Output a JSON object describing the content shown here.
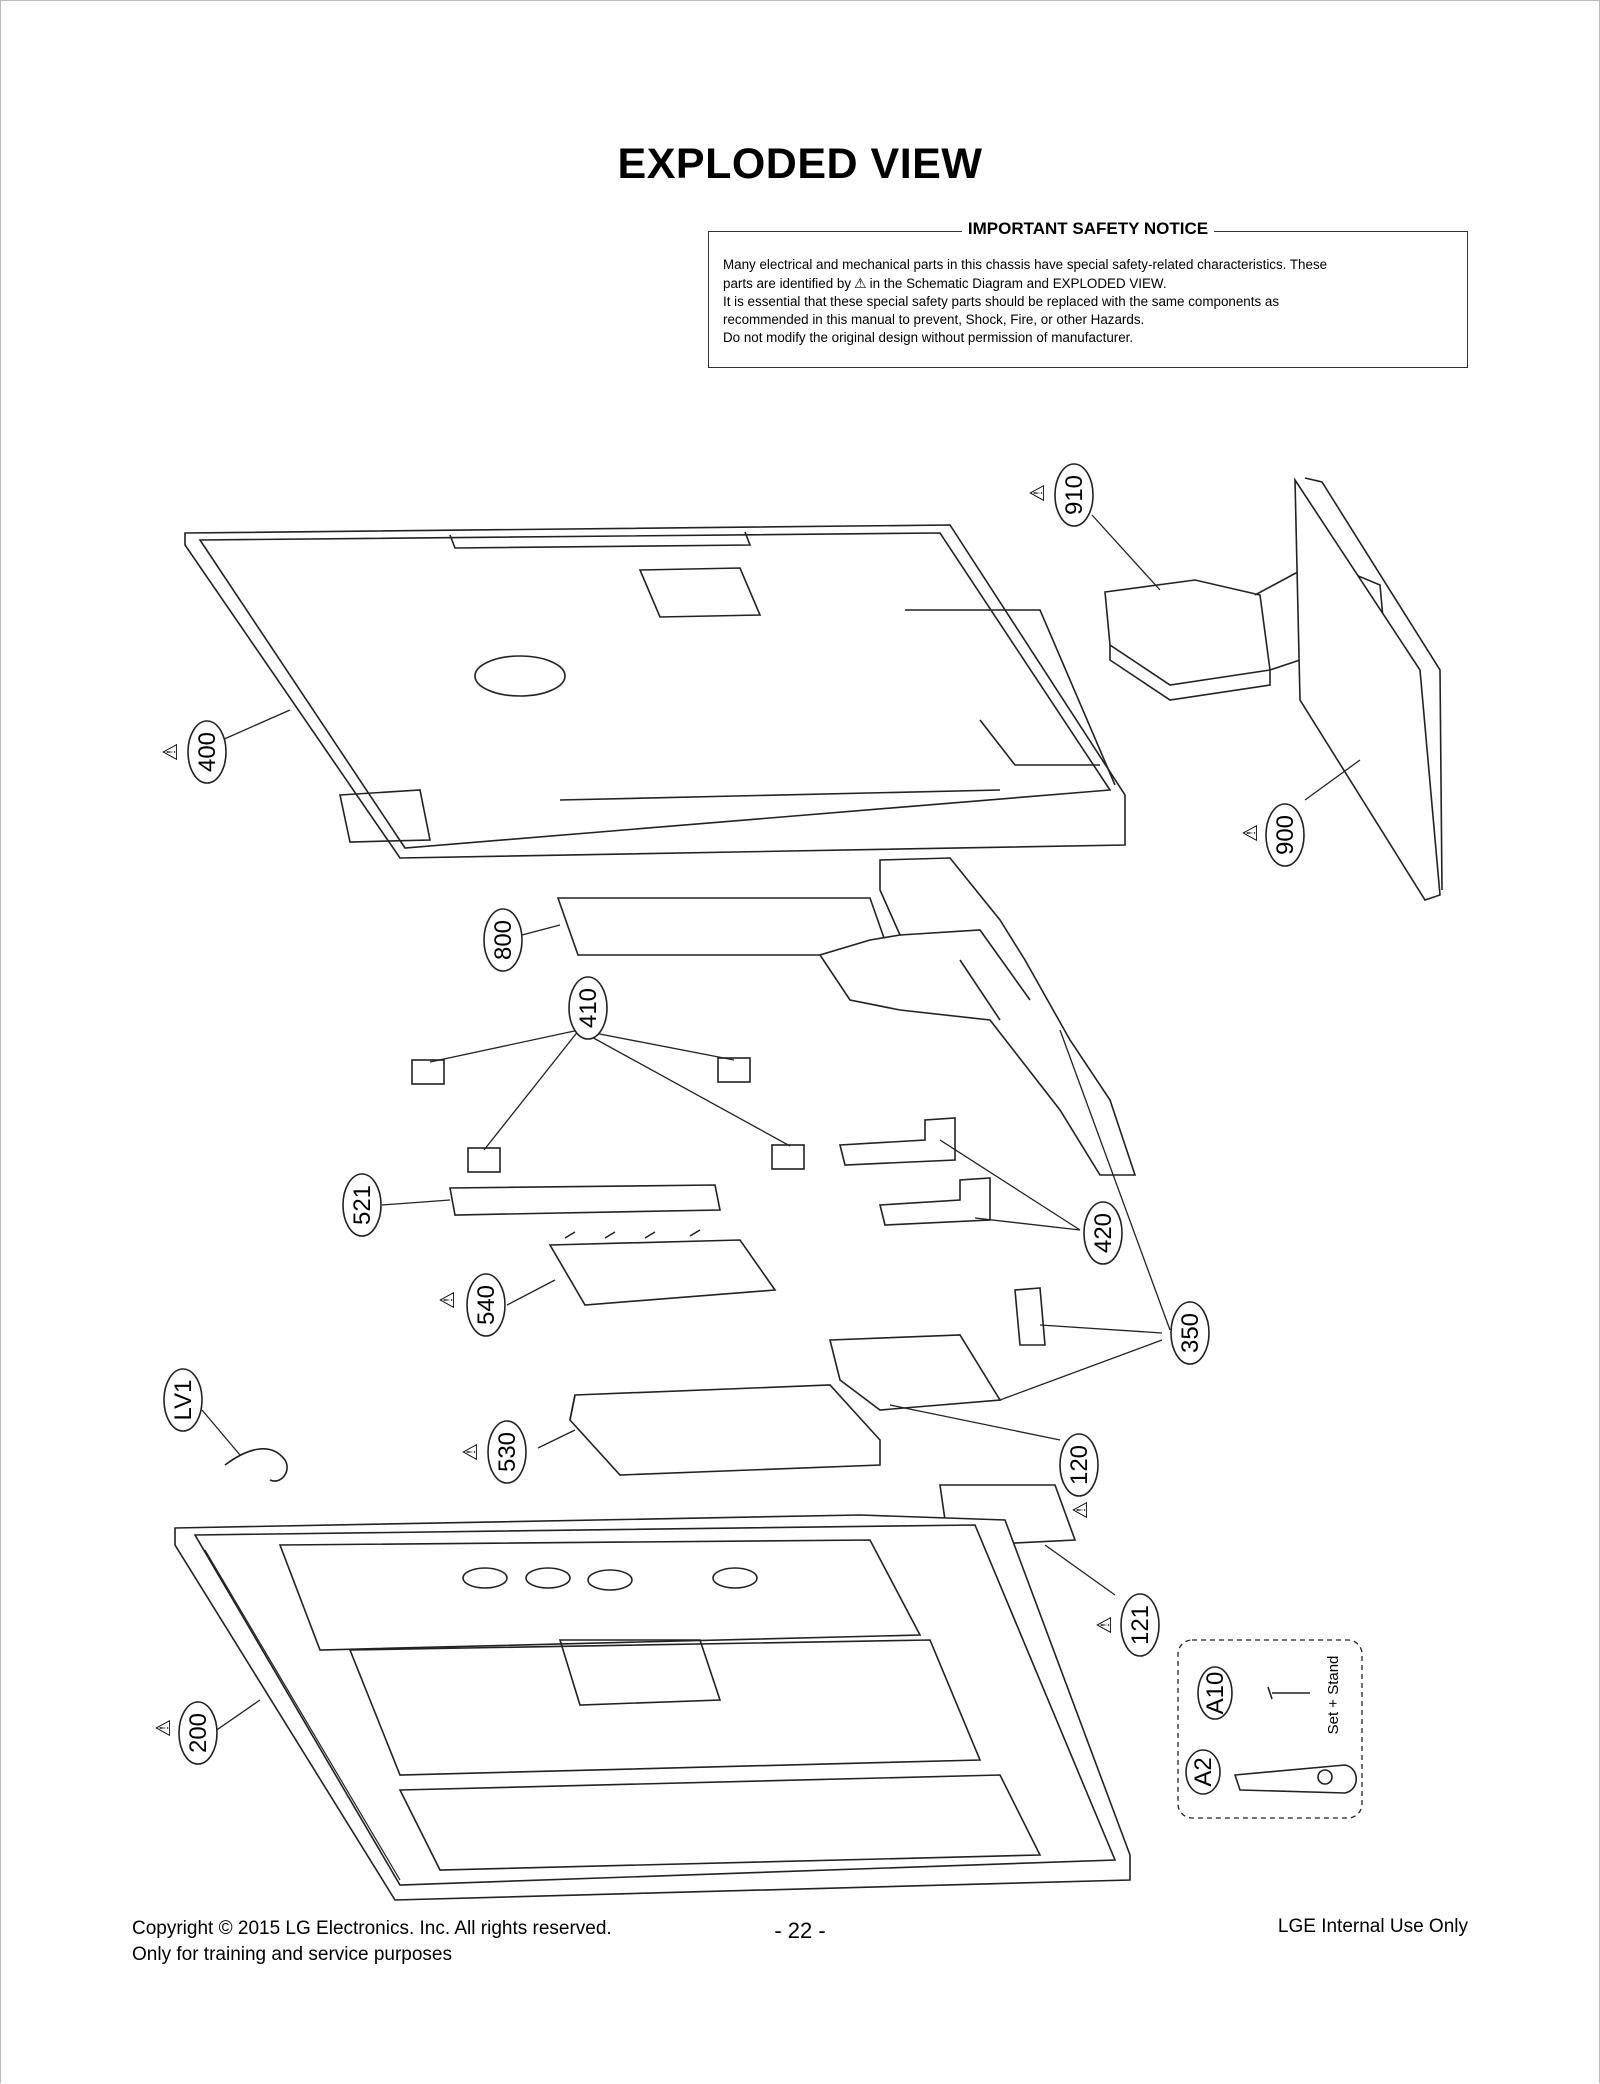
{
  "page": {
    "title": "EXPLODED VIEW"
  },
  "notice": {
    "heading": "IMPORTANT SAFETY NOTICE",
    "line1": "Many electrical and mechanical parts in this chassis have special safety-related characteristics. These",
    "line2_a": "parts are identified by",
    "line2_b": "in the Schematic Diagram and EXPLODED VIEW.",
    "line3": "It is essential that these special safety parts should be replaced with the same components as",
    "line4": "recommended in this manual to prevent, Shock, Fire, or other Hazards.",
    "line5": "Do not modify the original design without permission of manufacturer.",
    "safety_symbol": "warning-triangle"
  },
  "callouts": {
    "c910": "910",
    "c400": "400",
    "c900": "900",
    "c800": "800",
    "c410": "410",
    "c521": "521",
    "c420": "420",
    "c540": "540",
    "c350": "350",
    "cLV1": "LV1",
    "c530": "530",
    "c120": "120",
    "c121": "121",
    "c200": "200",
    "cA10": "A10",
    "cA2": "A2"
  },
  "accessory_box": {
    "label": "Set + Stand"
  },
  "footer": {
    "copyright": "Copyright  © 2015 LG Electronics. Inc. All rights reserved.",
    "purpose": "Only for training and service purposes",
    "page_number": "- 22 -",
    "classification": "LGE Internal Use Only"
  }
}
